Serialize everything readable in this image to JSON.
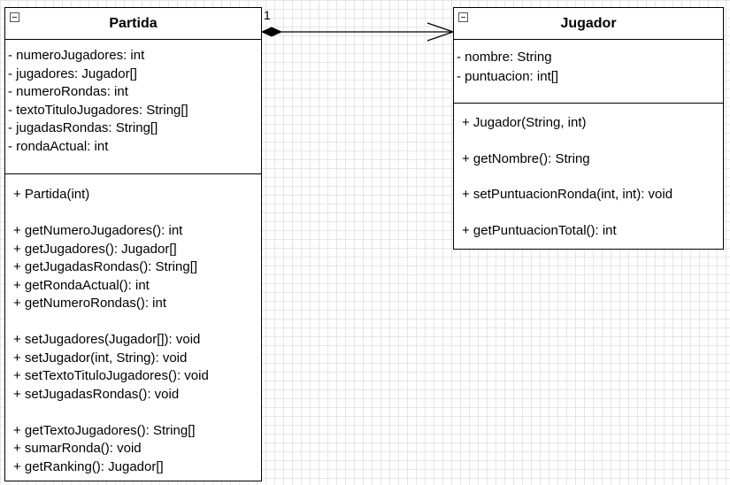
{
  "classes": {
    "partida": {
      "name": "Partida",
      "attributes": [
        "- numeroJugadores: int",
        "- jugadores: Jugador[]",
        "- numeroRondas: int",
        "- textoTituloJugadores: String[]",
        "- jugadasRondas: String[]",
        "- rondaActual: int"
      ],
      "methods": [
        "+ Partida(int)",
        "",
        "+ getNumeroJugadores(): int",
        "+ getJugadores(): Jugador[]",
        "+ getJugadasRondas(): String[]",
        "+ getRondaActual(): int",
        "+ getNumeroRondas(): int",
        "",
        "+ setJugadores(Jugador[]): void",
        "+ setJugador(int, String): void",
        "+ setTextoTituloJugadores(): void",
        "+ setJugadasRondas(): void",
        "",
        "+ getTextoJugadores(): String[]",
        "+ sumarRonda(): void",
        "+ getRanking(): Jugador[]"
      ]
    },
    "jugador": {
      "name": "Jugador",
      "attributes": [
        "- nombre: String",
        "- puntuacion: int[]"
      ],
      "methods": [
        "+ Jugador(String, int)",
        "+ getNombre(): String",
        "+ setPuntuacionRonda(int, int): void",
        "+ getPuntuacionTotal(): int"
      ]
    }
  },
  "association": {
    "type": "composition",
    "multiplicity": "1"
  }
}
